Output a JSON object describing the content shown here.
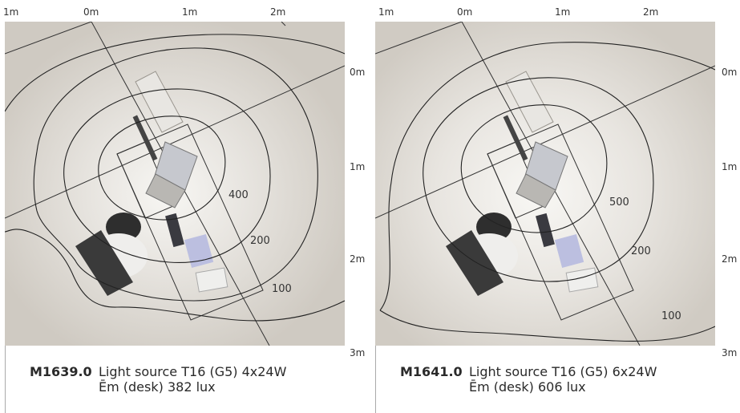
{
  "panels": [
    {
      "model": "M1639.0",
      "light_source": "Light source T16 (G5) 4x24W",
      "em_desk": "Ēm (desk) 382 lux",
      "contours": [
        "400",
        "200",
        "100"
      ],
      "x_ticks": [
        "1m",
        "0m",
        "1m",
        "2m"
      ],
      "y_ticks": [
        "0m",
        "1m",
        "2m",
        "3m"
      ]
    },
    {
      "model": "M1641.0",
      "light_source": "Light source T16 (G5) 6x24W",
      "em_desk": "Ēm (desk) 606 lux",
      "contours": [
        "500",
        "200",
        "100"
      ],
      "x_ticks": [
        "1m",
        "0m",
        "1m",
        "2m"
      ],
      "y_ticks": [
        "0m",
        "1m",
        "2m",
        "3m"
      ]
    }
  ],
  "colors": {
    "floor": "#d5d1ca",
    "floor_light": "#f2f0ec",
    "contour_line": "#222222",
    "text": "#2a2a2a"
  }
}
